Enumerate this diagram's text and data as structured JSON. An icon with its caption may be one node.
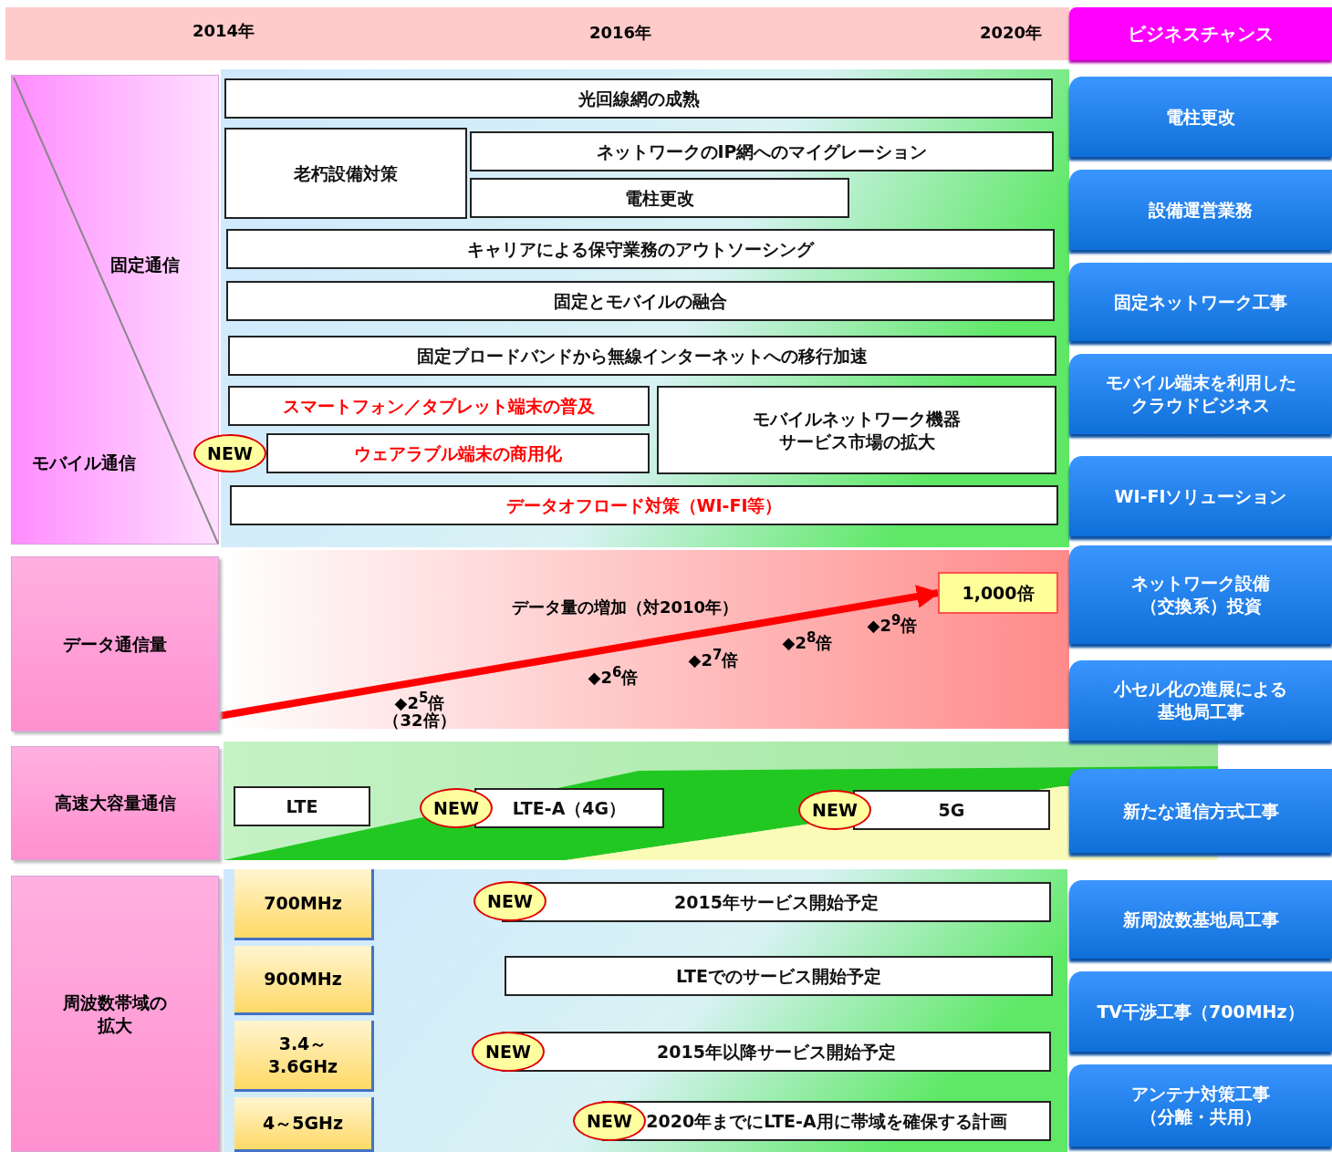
{
  "diagram": {
    "nodes": [
      {
        "text": [
          "ビジネスチャンス"
        ]
      },
      {
        "text": [
          "固定通信",
          "モバイル通信"
        ]
      },
      {
        "text": [
          "光回線網の成熟"
        ]
      },
      {
        "text": [
          "老朽設備対策"
        ]
      },
      {
        "text": [
          "ネットワークのIP網へのマイグレーション"
        ]
      },
      {
        "text": [
          "電柱更改"
        ]
      },
      {
        "text": [
          "キャリアによる保守業務のアウトソーシング"
        ]
      },
      {
        "text": [
          "固定とモバイルの融合"
        ]
      },
      {
        "text": [
          "固定ブロードバンドから無線インターネットへの移行加速"
        ]
      },
      {
        "text": [
          "スマートフォン／タブレット端末の普及"
        ]
      },
      {
        "text": [
          "モバイルネットワーク機器サービス市場の拡大"
        ]
      },
      {
        "text": [
          "NEW"
        ]
      },
      {
        "text": [
          "ウェアラブル端末の商用化"
        ]
      },
      {
        "text": [
          "データオフロード対策（WI-FI等）"
        ]
      },
      {
        "text": [
          "データ通信量"
        ]
      },
      {
        "text": [
          "1,000倍"
        ]
      },
      {
        "text": [
          "高速大容量通信"
        ]
      },
      {
        "text": [
          "LTE"
        ]
      },
      {
        "text": [
          "NEW"
        ]
      },
      {
        "text": [
          "LTE-A（4G）"
        ]
      },
      {
        "text": [
          "NEW"
        ]
      },
      {
        "text": [
          "5G"
        ]
      },
      {
        "text": [
          "周波数帯域の拡大"
        ]
      },
      {
        "text": [
          "700MHz"
        ]
      },
      {
        "text": [
          "900MHz"
        ]
      },
      {
        "text": [
          "3.4～3.6GHz"
        ]
      },
      {
        "text": [
          "4～5GHz"
        ]
      },
      {
        "text": [
          "NEW"
        ]
      },
      {
        "text": [
          "2015年サービス開始予定"
        ]
      },
      {
        "text": [
          "LTEでのサービス開始予定"
        ]
      },
      {
        "text": [
          "NEW"
        ]
      },
      {
        "text": [
          "2015年以降サービス開始予定"
        ]
      },
      {
        "text": [
          "NEW"
        ]
      },
      {
        "text": [
          "2020年までにLTE-A用に帯域を確保する計画"
        ]
      },
      {
        "text": [
          "電柱更改"
        ]
      },
      {
        "text": [
          "設備運営業務"
        ]
      },
      {
        "text": [
          "固定ネットワーク工事"
        ]
      },
      {
        "text": [
          "モバイル端末を利用したクラウドビジネス"
        ]
      },
      {
        "text": [
          "WI-FIソリューション"
        ]
      },
      {
        "text": [
          "ネットワーク設備（交換系）投資"
        ]
      },
      {
        "text": [
          "小セル化の進展による基地局工事"
        ]
      },
      {
        "text": [
          "新たな通信方式工事"
        ]
      },
      {
        "text": [
          "新周波数基地局工事"
        ]
      },
      {
        "text": [
          "TV干渉工事（700MHz）"
        ]
      },
      {
        "text": [
          "アンテナ対策工事（分離・共用）"
        ]
      }
    ],
    "edges": [
      {
        "from": 14,
        "to": 15,
        "arrow": "to"
      }
    ],
    "labels": [
      "2014年",
      "2016年",
      "2020年",
      "データ量の増加（対2010年）",
      "◆2$^{9}$倍",
      "◆2$^{8}$倍",
      "◆2$^{7}$倍",
      "◆2$^{6}$倍",
      "◆2$^{5}$倍",
      "（32倍）"
    ]
  }
}
